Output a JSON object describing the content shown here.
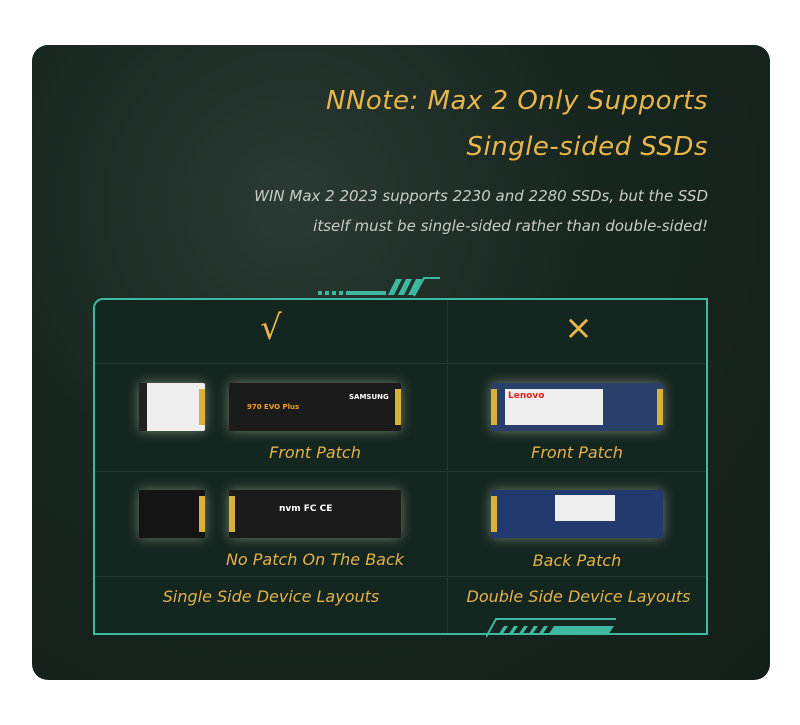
{
  "heading": {
    "line1": "NNote: Max 2 Only Supports",
    "line2": "Single-sided SSDs"
  },
  "subtitle": {
    "line1": "WIN Max 2 2023 supports 2230 and 2280 SSDs, but the SSD",
    "line2": "itself must be single-sided rather than double-sided!"
  },
  "columns": [
    {
      "mark": "√",
      "front_label": "Front Patch",
      "back_label": "No Patch On The Back",
      "footer": "Single Side Device Layouts",
      "ssd_brand": "SAMSUNG",
      "ssd_model": "970 EVO Plus",
      "back_text": "nvm FC CE"
    },
    {
      "mark": "×",
      "front_label": "Front Patch",
      "back_label": "Back Patch",
      "footer": "Double Side Device Layouts",
      "ssd_brand": "Lenovo"
    }
  ],
  "colors": {
    "accent": "#e9b64a",
    "teal": "#3fb8a0",
    "card": "#17261f"
  }
}
